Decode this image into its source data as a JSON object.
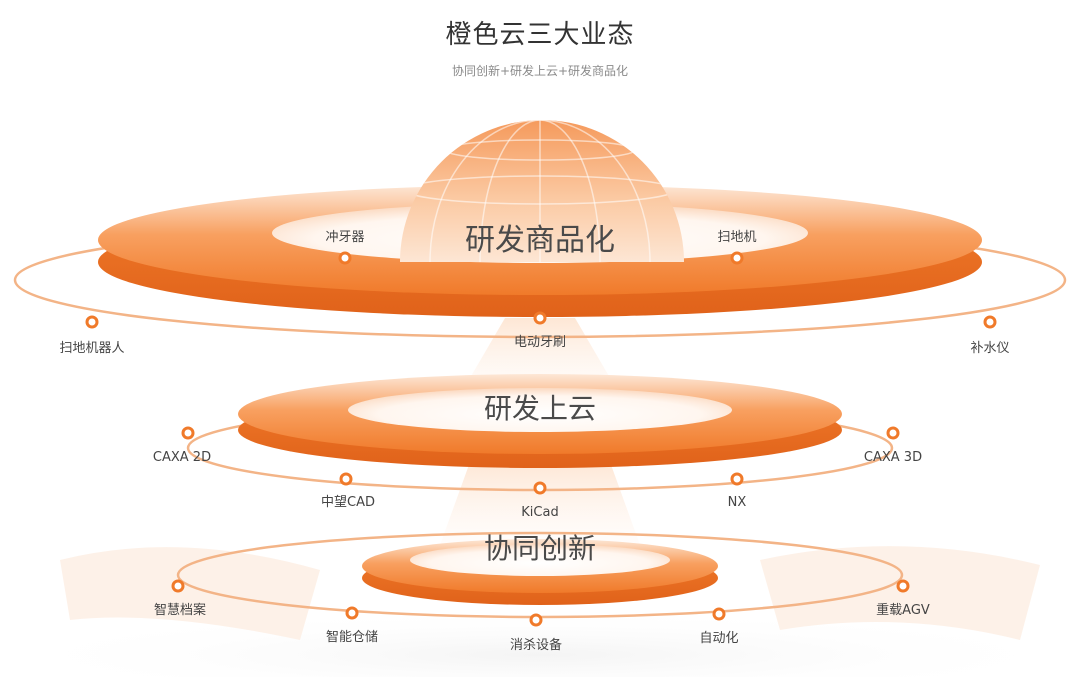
{
  "title": "橙色云三大业态",
  "subtitle": "协同创新+研发上云+研发商品化",
  "colors": {
    "accent": "#f07a2a",
    "accent_light": "#f8a05a",
    "accent_dark": "#e0621a",
    "orbit": "#f3b487",
    "text": "#444444"
  },
  "tiers": [
    {
      "label": "研发商品化",
      "nodes": [
        "冲牙器",
        "扫地机",
        "扫地机器人",
        "电动牙刷",
        "补水仪"
      ]
    },
    {
      "label": "研发上云",
      "nodes": [
        "CAXA 2D",
        "CAXA 3D",
        "中望CAD",
        "KiCad",
        "NX"
      ]
    },
    {
      "label": "协同创新",
      "nodes": [
        "智慧档案",
        "重载AGV",
        "智能仓储",
        "消杀设备",
        "自动化"
      ]
    }
  ]
}
